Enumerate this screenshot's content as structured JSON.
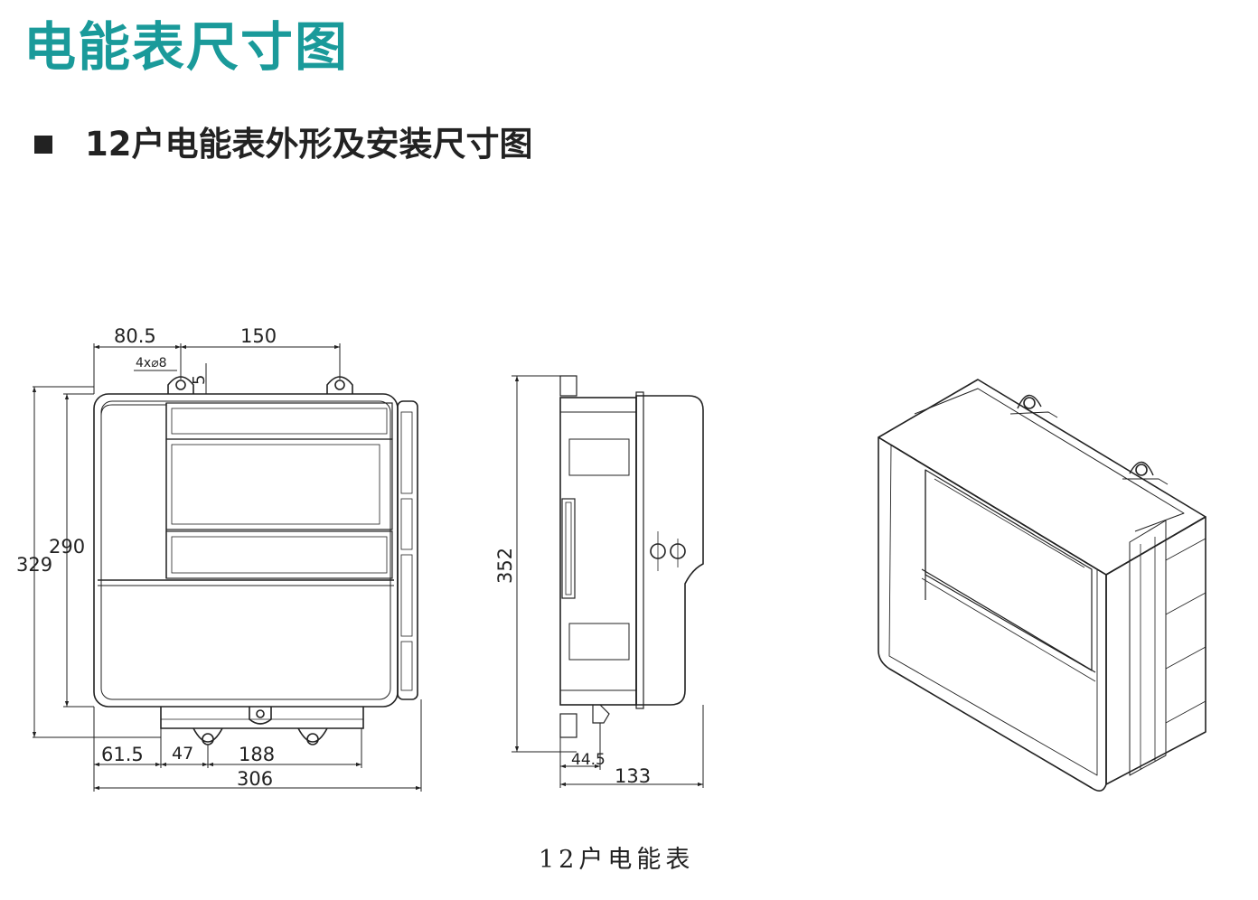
{
  "title": "电能表尺寸图",
  "section": {
    "heading": "12户电能表外形及安装尺寸图"
  },
  "caption": "12户电能表",
  "colors": {
    "title": "#1a9a9a",
    "text": "#222222",
    "line": "#222222",
    "background": "#ffffff"
  },
  "icons": {
    "bullet": "square-bullet-icon"
  },
  "dimensions": {
    "front": {
      "top_left": "80.5",
      "top_spacing": "150",
      "holes": "4x⌀8",
      "hole_offset": "5",
      "outer_height": "329",
      "inner_height": "290",
      "bottom_left": "61.5",
      "bottom_small": "47",
      "bottom_spacing": "188",
      "overall_width": "306"
    },
    "side": {
      "height": "352",
      "bracket": "44.5",
      "depth": "133"
    }
  }
}
